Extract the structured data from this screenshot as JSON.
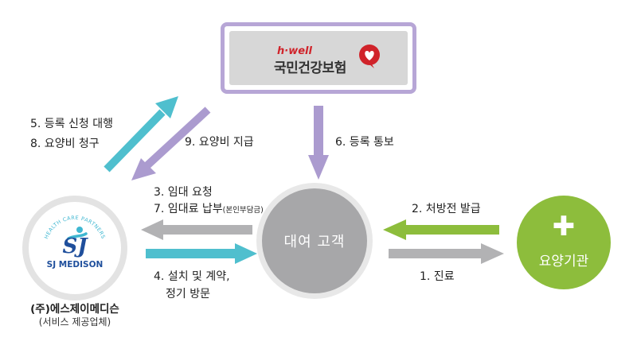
{
  "nhis": {
    "logo_text": "h·well",
    "name": "국민건강보험"
  },
  "customer": {
    "name": "대여 고객"
  },
  "hospital": {
    "icon": "plus-icon",
    "name": "요양기관"
  },
  "provider": {
    "logo_arc_text": "HEALTH CARE PARTNERS",
    "logo_monogram": "SJ",
    "logo_wordmark": "SJ MEDISON",
    "name": "(주)에스제이메디슨",
    "sub": "(서비스 제공업체)"
  },
  "steps": {
    "s1": "1. 진료",
    "s2": "2. 처방전 발급",
    "s3": "3. 임대 요청",
    "s4_line1": "4. 설치 및 계약,",
    "s4_line2": "정기 방문",
    "s5": "5. 등록 신청 대행",
    "s6": "6. 등록 통보",
    "s7": "7. 임대료 납부",
    "s7_note": "(본인부담금)",
    "s8": "8. 요양비 청구",
    "s9": "9. 요양비 지급"
  },
  "colors": {
    "purple": "#ab9bcf",
    "teal": "#4fbfce",
    "green": "#8dbd3c",
    "gray": "#b2b2b4",
    "customer_gray": "#a7a7a9",
    "brand_red": "#d0232a",
    "brand_blue": "#1f4f9c",
    "brand_cyan": "#3fb7d1"
  }
}
